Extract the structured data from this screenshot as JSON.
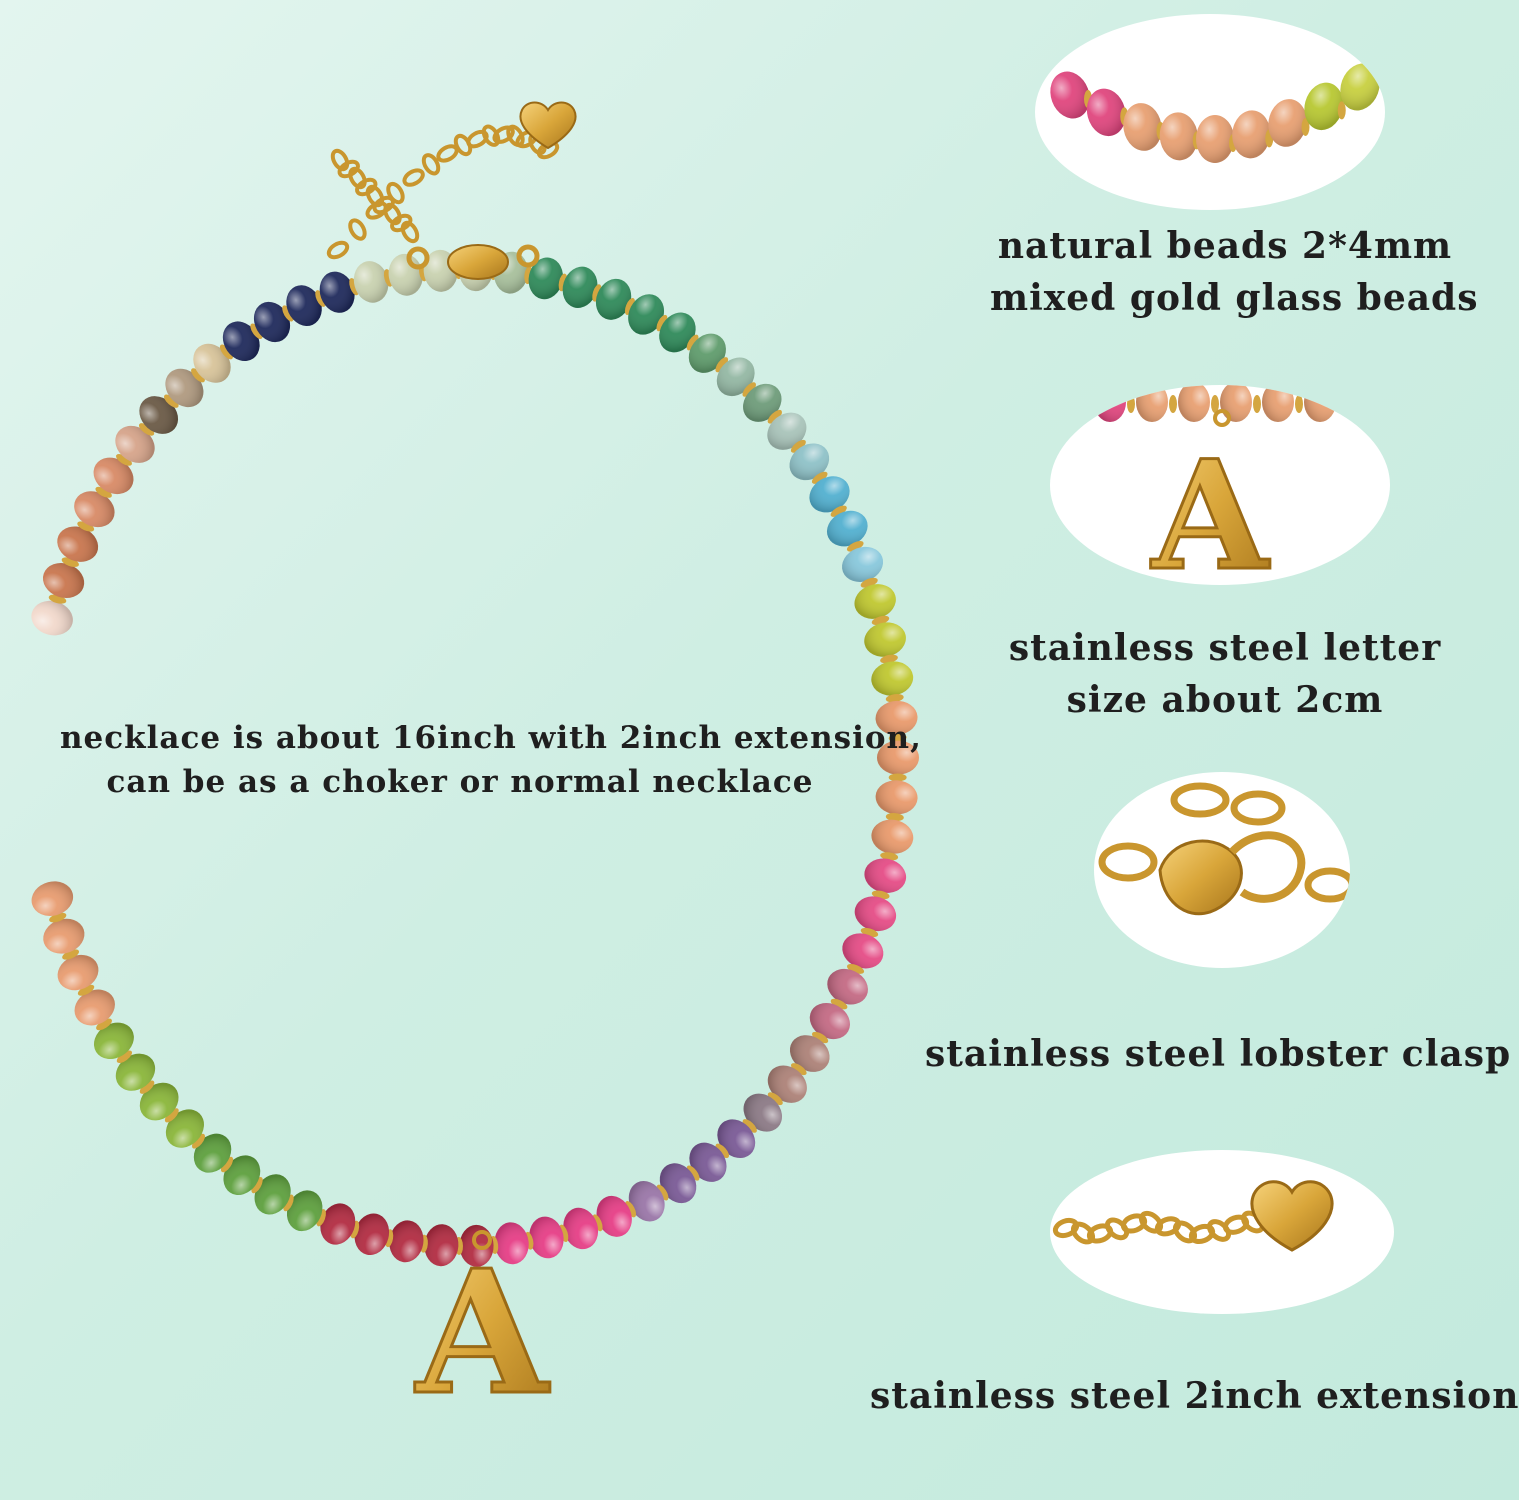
{
  "product": {
    "main_caption_lines": [
      "necklace is about 16inch with 2inch extension,",
      "can be as a choker or normal necklace"
    ],
    "pendant_letter": "A"
  },
  "details": [
    {
      "lines": [
        "natural beads 2*4mm",
        "mixed gold glass beads"
      ],
      "image": "bead-closeup"
    },
    {
      "lines": [
        "stainless steel letter",
        "size about 2cm"
      ],
      "image": "letter-pendant-closeup"
    },
    {
      "lines": [
        "stainless steel lobster clasp"
      ],
      "image": "lobster-clasp-closeup"
    },
    {
      "lines": [
        "stainless steel 2inch extension"
      ],
      "image": "extension-chain-closeup"
    }
  ],
  "colors": {
    "background": "#cfeee3",
    "gold": "#d9a63a",
    "text": "#1f1f1f"
  }
}
